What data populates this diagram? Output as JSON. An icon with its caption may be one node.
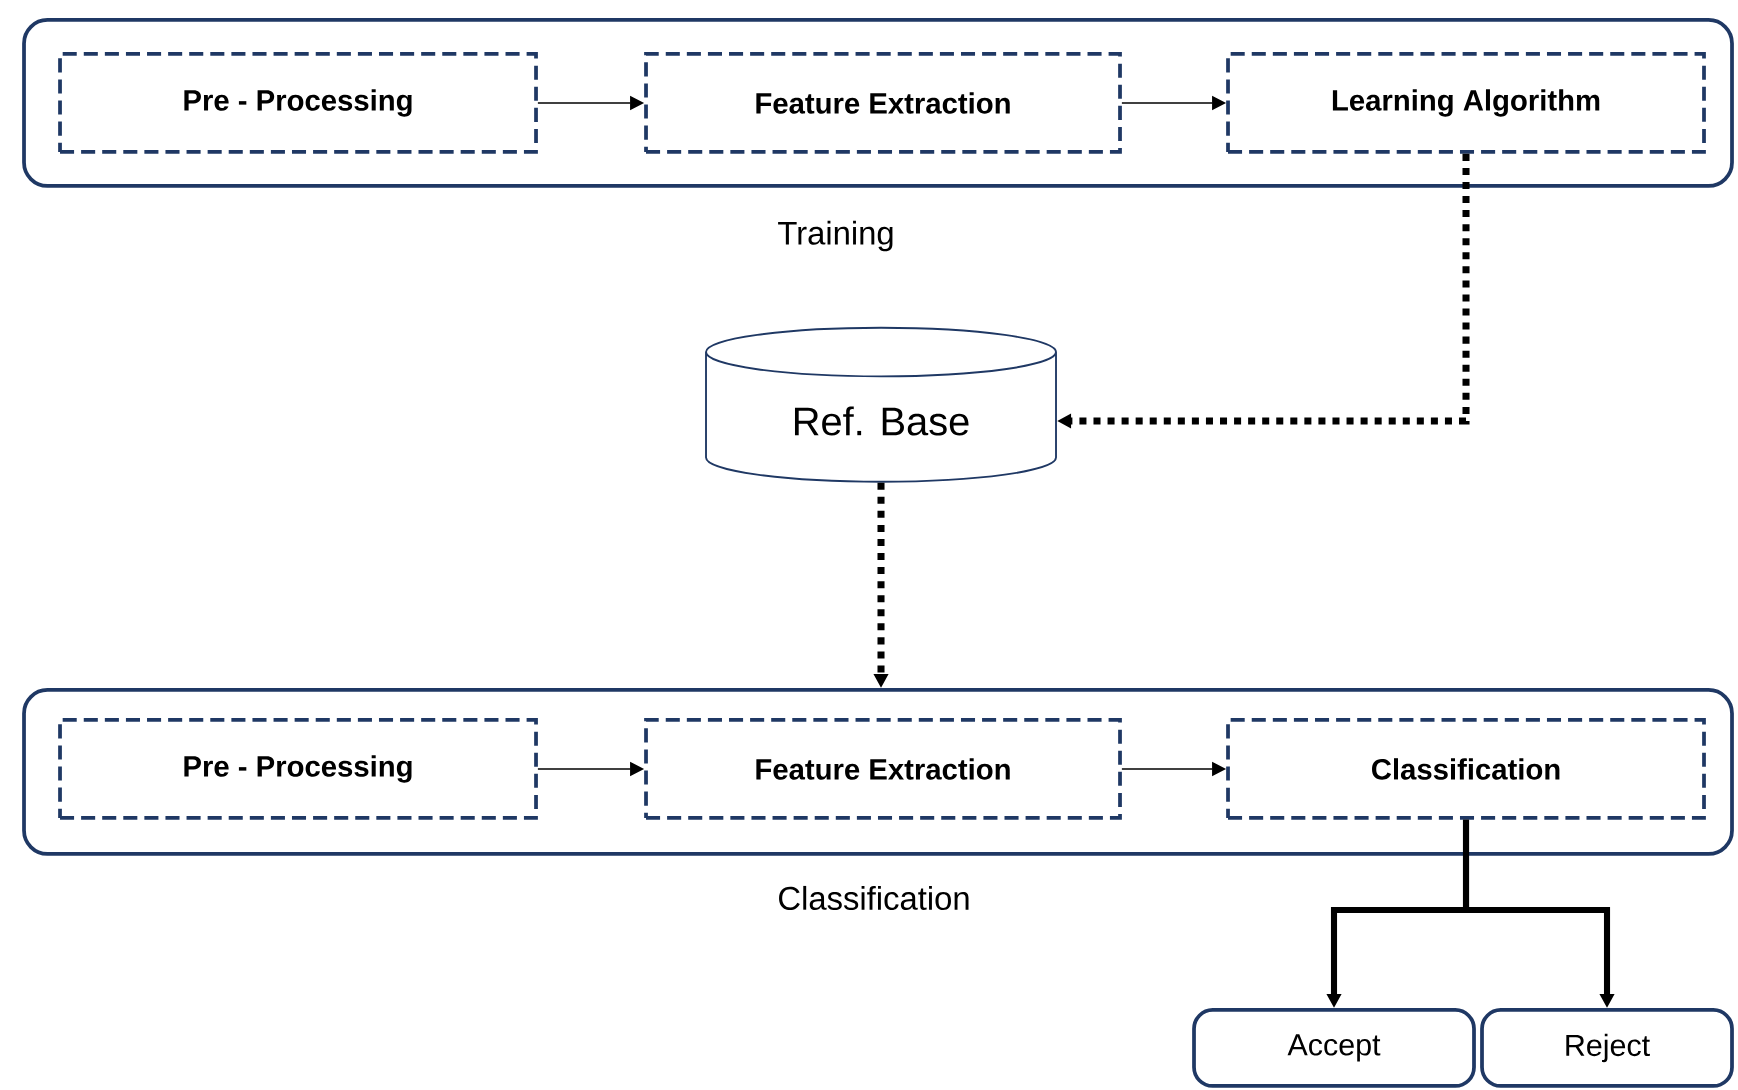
{
  "diagram": {
    "nodes": [
      {
        "text": [
          "Training"
        ]
      },
      {
        "text": [
          "Pre - Processing"
        ],
        "in": 0
      },
      {
        "text": [
          "Feature Extraction"
        ],
        "in": 0
      },
      {
        "text": [
          "Learning Algorithm"
        ],
        "in": 0
      },
      {
        "text": [
          "Ref. Base"
        ]
      },
      {
        "text": [
          "Classification"
        ]
      },
      {
        "text": [
          "Pre - Processing"
        ],
        "in": 5
      },
      {
        "text": [
          "Feature Extraction"
        ],
        "in": 5
      },
      {
        "text": [
          "Classification"
        ],
        "in": 5
      },
      {
        "text": [
          "Accept"
        ]
      },
      {
        "text": [
          "Reject"
        ]
      }
    ],
    "edges": [
      {
        "from": 1,
        "to": 2,
        "arrow": "to"
      },
      {
        "from": 2,
        "to": 3,
        "arrow": "to"
      },
      {
        "from": 3,
        "to": 4,
        "arrow": "to",
        "style": "dashed"
      },
      {
        "from": 4,
        "to": 5,
        "arrow": "to",
        "style": "dashed"
      },
      {
        "from": 6,
        "to": 7,
        "arrow": "to"
      },
      {
        "from": 7,
        "to": 8,
        "arrow": "to"
      },
      {
        "from": 8,
        "to": 9,
        "arrow": "to",
        "style": "thick"
      },
      {
        "from": 8,
        "to": 10,
        "arrow": "to",
        "style": "thick"
      }
    ]
  }
}
